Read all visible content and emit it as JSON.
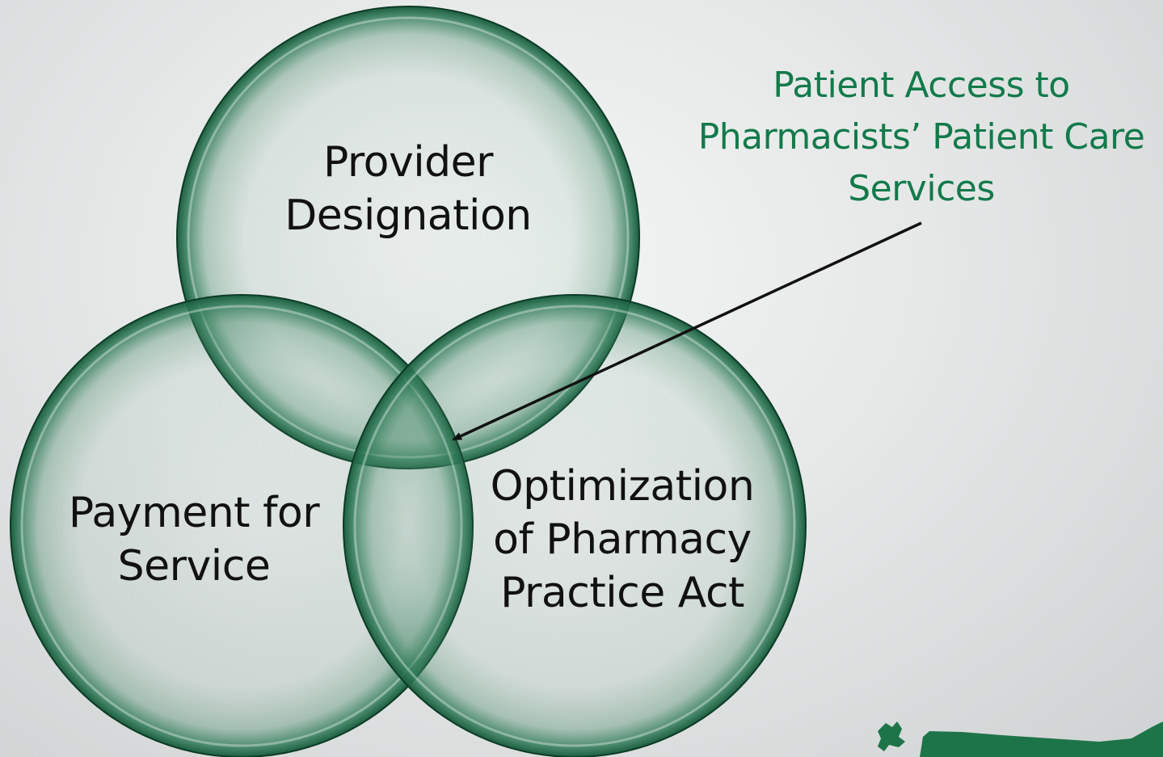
{
  "colors": {
    "circle_stroke": "#0c3b26",
    "circle_fill": "#5e9a7f",
    "circle_edge": "#2f7a58",
    "callout_text": "#137a4b",
    "label_text": "#111111",
    "map_fill": "#1e7449"
  },
  "diagram": {
    "circles": [
      {
        "id": "top",
        "lines": [
          "Provider",
          "Designation"
        ]
      },
      {
        "id": "left",
        "lines": [
          "Payment for",
          "Service"
        ]
      },
      {
        "id": "right",
        "lines": [
          "Optimization",
          "of Pharmacy",
          "Practice Act"
        ]
      }
    ],
    "callout": {
      "lines": [
        "Patient Access to",
        "Pharmacists’ Patient Care",
        "Services"
      ]
    },
    "decoration": {
      "icon": "us-map-icon"
    }
  }
}
